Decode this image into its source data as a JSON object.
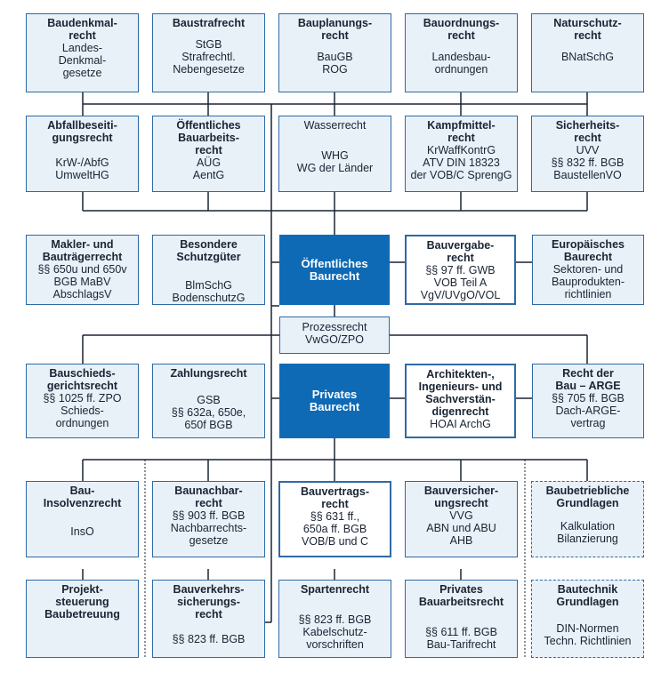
{
  "colors": {
    "accent": "#0e6ab5",
    "box_fill": "#e8f0f8",
    "border": "#2e6aa5"
  },
  "boxes": {
    "baudenkmal": {
      "title": "Baudenkmal-\nrecht",
      "content": "Landes-\nDenkmal-\ngesetze"
    },
    "baustraf": {
      "title": "Baustrafrecht",
      "content": "StGB\nStrafrechtl.\nNebengesetze"
    },
    "bauplanung": {
      "title": "Bauplanungs-\nrecht",
      "content": "BauGB\nROG"
    },
    "bauordnung": {
      "title": "Bauordnungs-\nrecht",
      "content": "Landesbau-\nordnungen"
    },
    "naturschutz": {
      "title": "Naturschutz-\nrecht",
      "content": "BNatSchG"
    },
    "abfall": {
      "title": "Abfallbeseiti-\ngungsrecht",
      "content": "KrW-/AbfG\nUmweltHG"
    },
    "oeff_bauarb": {
      "title": "Öffentliches\nBauarbeits-\nrecht",
      "content": "AÜG\nAentG"
    },
    "wasser": {
      "title": "Wasserrecht",
      "content": "WHG\nWG der Länder"
    },
    "kampfmittel": {
      "title": "Kampfmittel-\nrecht",
      "content": "KrWaffKontrG\nATV DIN 18323\nder VOB/C SprengG"
    },
    "sicherheit": {
      "title": "Sicherheits-\nrecht",
      "content": "UVV\n§§ 832 ff. BGB\nBaustellenVO"
    },
    "makler": {
      "title": "Makler- und\nBauträgerrecht",
      "content": "§§ 650u und 650v\nBGB MaBV\nAbschlagsV"
    },
    "schutzgueter": {
      "title": "Besondere\nSchutzgüter",
      "content": "BlmSchG\nBodenschutzG"
    },
    "oeff_baurecht": {
      "title": "Öffentliches\nBaurecht"
    },
    "bauvergabe": {
      "title": "Bauvergabe-\nrecht",
      "content": "§§ 97 ff. GWB\nVOB Teil A\nVgV/UVgO/VOL"
    },
    "europa": {
      "title": "Europäisches\nBaurecht",
      "content": "Sektoren- und\nBauprodukten-\nrichtlinien"
    },
    "prozess": {
      "content": "Prozessrecht\nVwGO/ZPO"
    },
    "schieds": {
      "title": "Bauschieds-\ngerichtsrecht",
      "content": "§§ 1025 ff. ZPO\nSchieds-\nordnungen"
    },
    "zahlung": {
      "title": "Zahlungsrecht",
      "content": "GSB\n§§ 632a, 650e,\n650f BGB"
    },
    "priv_baurecht": {
      "title": "Privates\nBaurecht"
    },
    "architekten": {
      "title": "Architekten-,\nIngenieurs- und\nSachverstän-\ndigenrecht",
      "content": "HOAI ArchG"
    },
    "arge": {
      "title": "Recht der\nBau – ARGE",
      "content": "§§ 705 ff. BGB\nDach-ARGE-\nvertrag"
    },
    "insolvenz": {
      "title": "Bau-\nInsolvenzrecht",
      "content": "InsO"
    },
    "nachbar": {
      "title": "Baunachbar-\nrecht",
      "content": "§§ 903 ff. BGB\nNachbarrechts-\ngesetze"
    },
    "bauvertrag": {
      "title": "Bauvertrags-\nrecht",
      "content": "§§ 631 ff.,\n650a ff. BGB\nVOB/B und C"
    },
    "versicherung": {
      "title": "Bauversicher-\nungsrecht",
      "content": "VVG\nABN und ABU\nAHB"
    },
    "betrieb": {
      "title": "Baubetriebliche\nGrundlagen",
      "content": "Kalkulation\nBilanzierung"
    },
    "projekt": {
      "title": "Projekt-\nsteuerung\nBaubetreuung"
    },
    "verkehr": {
      "title": "Bauverkehrs-\nsicherungs-\nrecht",
      "content": "§§ 823 ff. BGB"
    },
    "sparten": {
      "title": "Spartenrecht",
      "content": "§§ 823 ff. BGB\nKabelschutz-\nvorschriften"
    },
    "priv_bauarb": {
      "title": "Privates\nBauarbeitsrecht",
      "content": "§§ 611 ff. BGB\nBau-Tarifrecht"
    },
    "bautechnik": {
      "title": "Bautechnik\nGrundlagen",
      "content": "DIN-Normen\nTechn. Richtlinien"
    }
  }
}
